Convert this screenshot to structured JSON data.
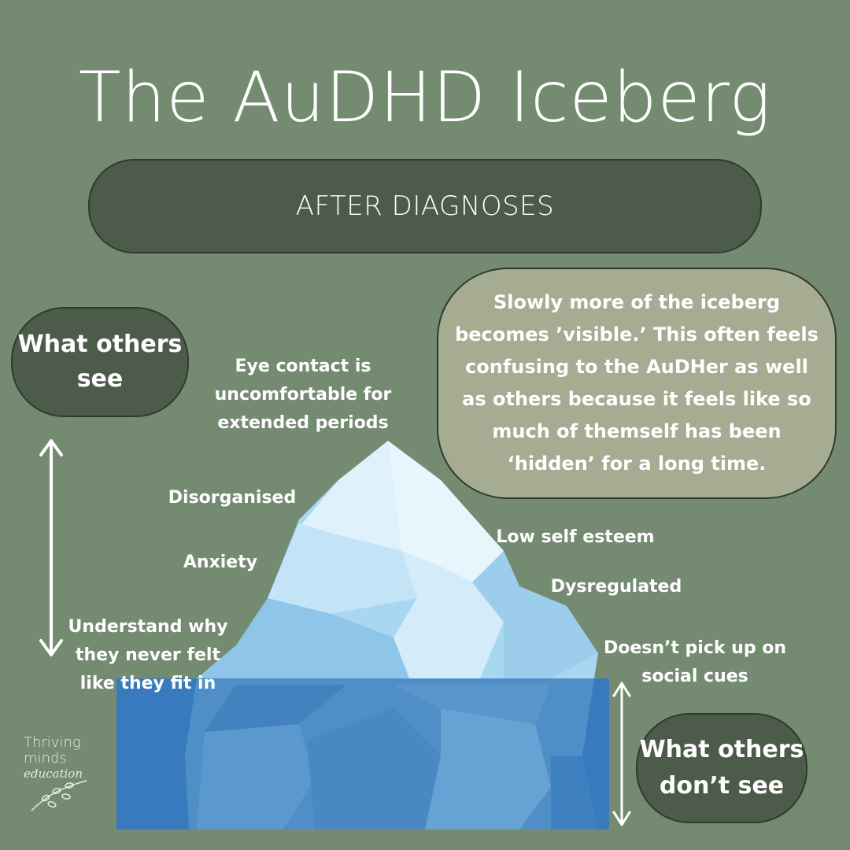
{
  "title": "The AuDHD Iceberg",
  "subtitle": "AFTER DIAGNOSES",
  "left_pill": {
    "line1": "What others",
    "line2": "see"
  },
  "right_pill": {
    "line1": "What others",
    "line2": "don’t see"
  },
  "info": {
    "lines": [
      "Slowly more of the iceberg",
      "becomes ’visible.’ This often feels",
      "confusing to the AuDHer as well",
      "as others because it feels like so",
      "much of themself has been",
      "‘hidden’ for a long time."
    ]
  },
  "labels": {
    "eye_contact": [
      "Eye contact is",
      "uncomfortable for",
      "extended periods"
    ],
    "disorganised": "Disorganised",
    "anxiety": "Anxiety",
    "understand": [
      "Understand why",
      "they never felt",
      "like they fit in"
    ],
    "low_self_esteem": "Low self esteem",
    "dysregulated": "Dysregulated",
    "social_cues": [
      "Doesn’t pick up on",
      "social cues"
    ]
  },
  "logo": {
    "line1": "Thriving",
    "line2": "minds",
    "line3": "education"
  },
  "colors": {
    "background": "#748b72",
    "pill_dark": "#4d5c4a",
    "info_pill": "#a5ac92",
    "water": "#3a7fc0",
    "ice_light": "#dff1fb",
    "ice_mid": "#a9d6f1"
  }
}
